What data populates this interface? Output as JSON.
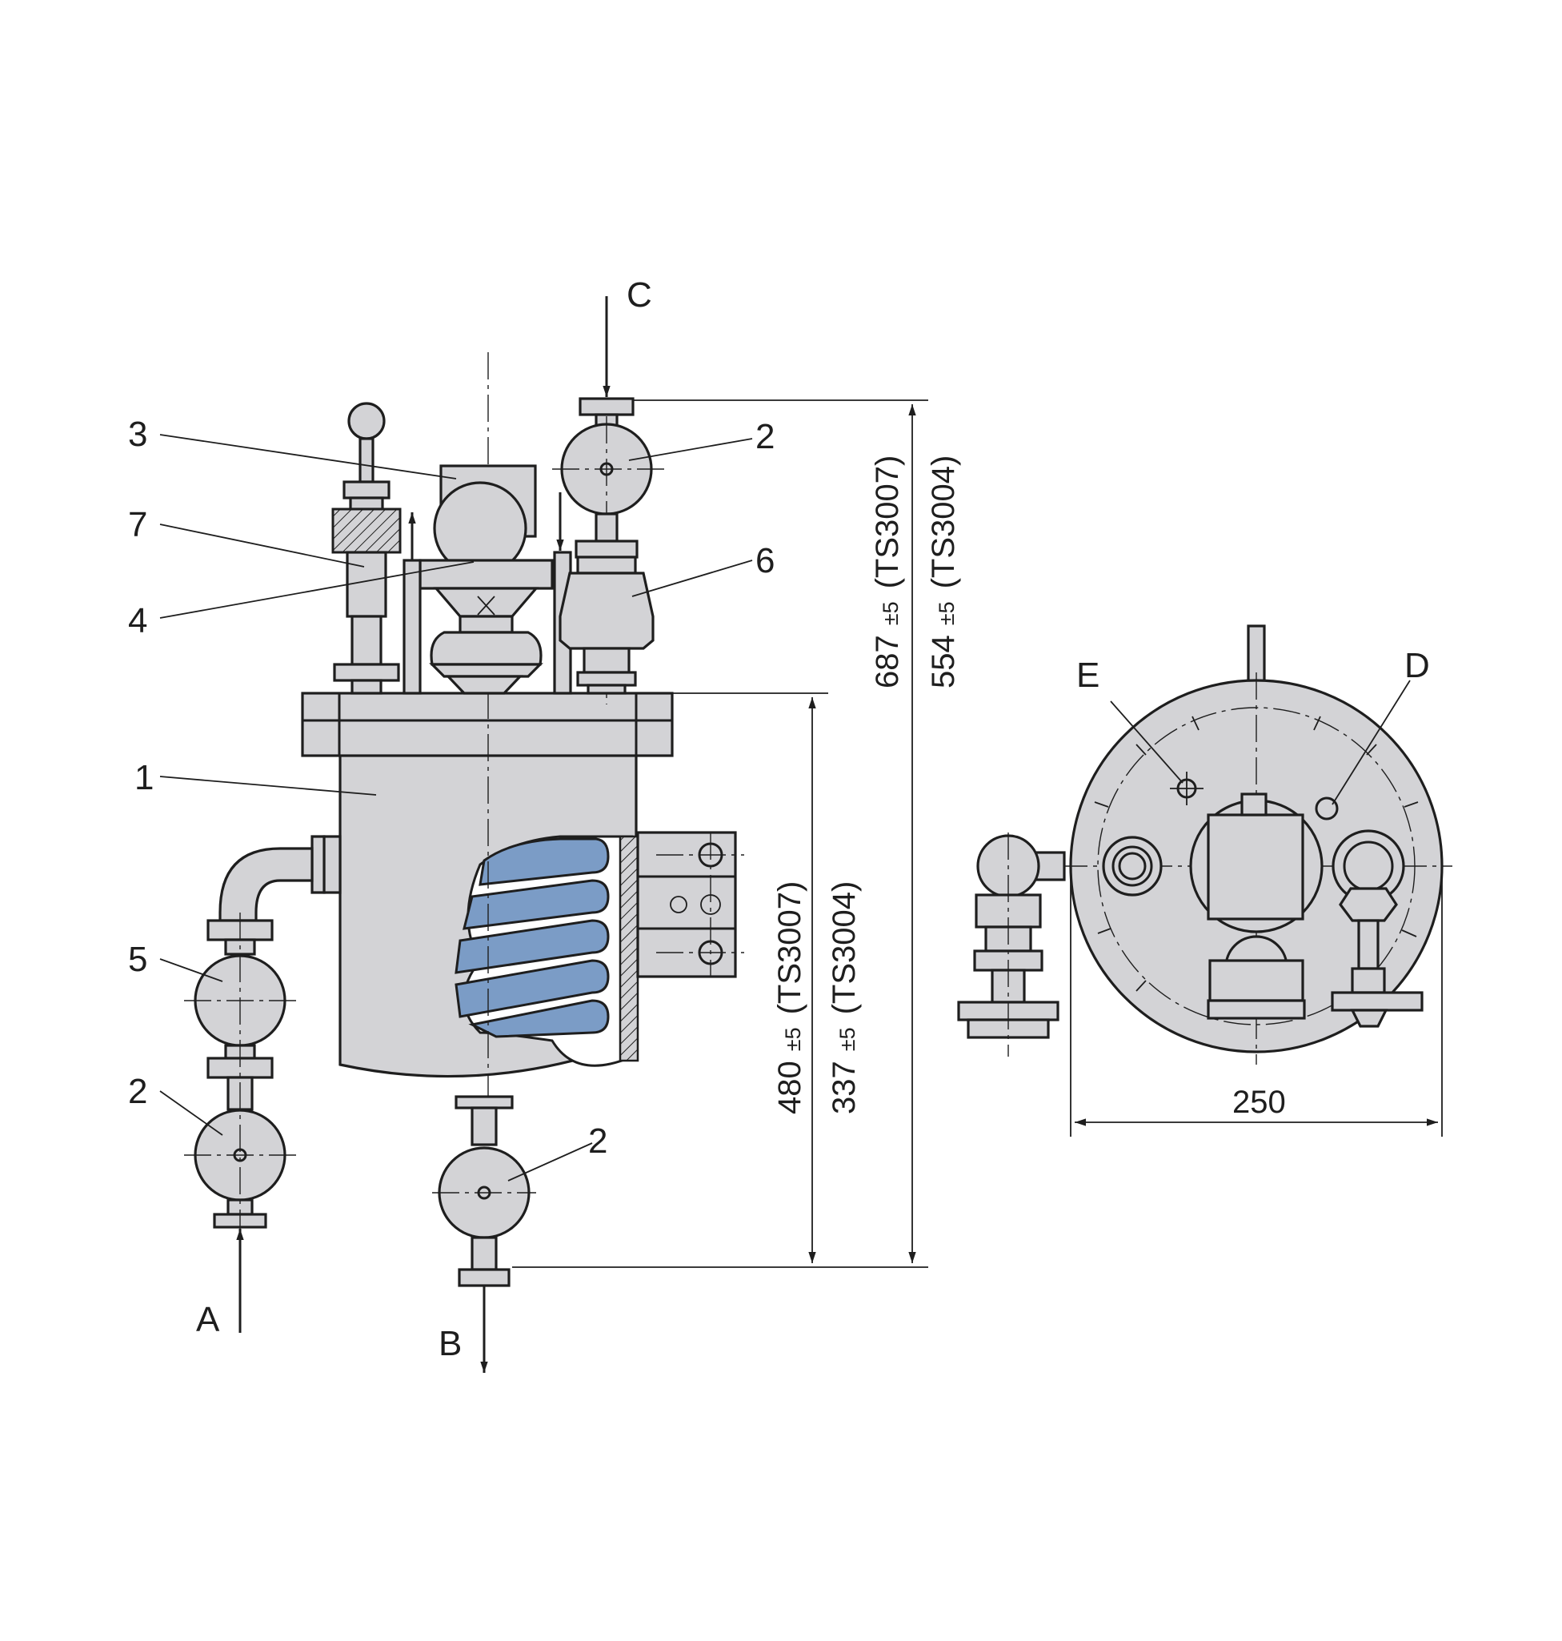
{
  "colors": {
    "line": "#1e1e1e",
    "body_fill": "#d3d3d6",
    "coil_fill": "#7b9cc6",
    "background": "#ffffff"
  },
  "part_labels": {
    "p1": "1",
    "p2a": "2",
    "p2b": "2",
    "p2c": "2",
    "p3": "3",
    "p4": "4",
    "p5": "5",
    "p6": "6",
    "p7": "7"
  },
  "flow_labels": {
    "a": "A",
    "b": "B",
    "c": "C",
    "d": "D",
    "e": "E"
  },
  "dimensions": {
    "h_total_ts3007": {
      "value": "687",
      "tol": "±5",
      "model": "(TS3007)"
    },
    "h_total_ts3004": {
      "value": "554",
      "tol": "±5",
      "model": "(TS3004)"
    },
    "h_body_ts3007": {
      "value": "480",
      "tol": "±5",
      "model": "(TS3007)"
    },
    "h_body_ts3004": {
      "value": "337",
      "tol": "±5",
      "model": "(TS3004)"
    },
    "diameter": "250"
  }
}
